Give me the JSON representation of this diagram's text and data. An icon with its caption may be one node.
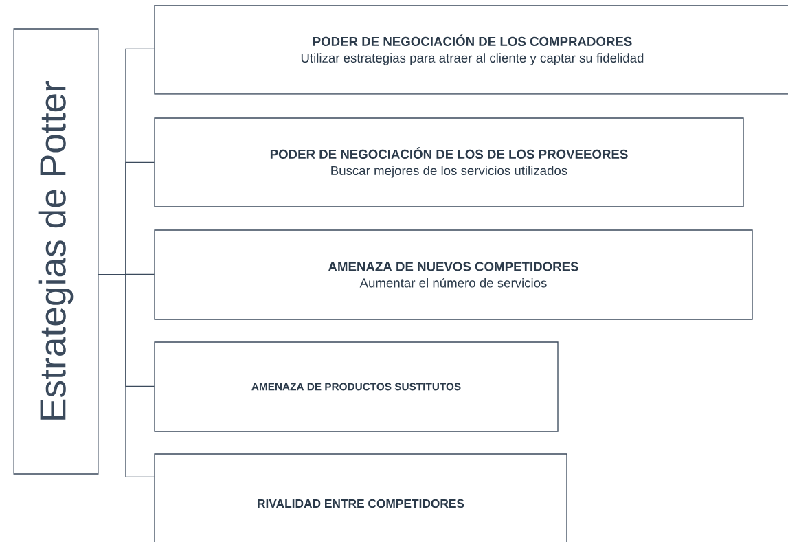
{
  "diagram": {
    "nodes": [
      {
        "text": [
          "Estrategias de Potter"
        ]
      },
      {
        "text": [
          "PODER DE NEGOCIACIÓN  DE LOS COMPRADORES",
          "Utilizar  estrategias para atraer al cliente  y captar  su fidelidad"
        ]
      },
      {
        "text": [
          "PODER DE NEGOCIACIÓN  DE LOS  DE LOS PROVEEORES",
          "Buscar mejores de los  servicios utilizados"
        ]
      },
      {
        "text": [
          "AMENAZA DE NUEVOS COMPETIDORES",
          "Aumentar el número de servicios"
        ]
      },
      {
        "text": [
          "AMENAZA DE  PRODUCTOS  SUSTITUTOS"
        ]
      },
      {
        "text": [
          "RIVALIDAD ENTRE COMPETIDORES"
        ]
      }
    ],
    "edges": [
      {
        "from": 0,
        "to": 1,
        "arrow": "none"
      },
      {
        "from": 0,
        "to": 2,
        "arrow": "none"
      },
      {
        "from": 0,
        "to": 3,
        "arrow": "none"
      },
      {
        "from": 0,
        "to": 4,
        "arrow": "none"
      },
      {
        "from": 0,
        "to": 5,
        "arrow": "none"
      }
    ]
  }
}
